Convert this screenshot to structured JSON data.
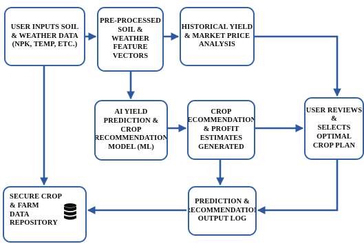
{
  "nodes": {
    "user_inputs": "USER INPUTS SOIL\n& WEATHER DATA\n(NPK, TEMP, ETC.)",
    "preprocessed": "PRE-PROCESSED\nSOIL & WEATHER\nFEATURE\nVECTORS",
    "historical": "HISTORICAL YIELD\n& MARKET PRICE\nANALYSIS",
    "ai_model": "AI YIELD\nPREDICTION & CROP\nRECOMMENDATION\nMODEL (ML)",
    "recommendations": "CROP\nRECOMMENDATIONS\n& PROFIT ESTIMATES\nGENERATED",
    "user_reviews": "USER REVIEWS &\nSELECTS OPTIMAL\nCROP PLAN",
    "output_log": "PREDICTION &\nRECOMMENDATION\nOUTPUT LOG",
    "repository": "SECURE CROP\n& FARM\nDATA\nREPOSITORY"
  },
  "icons": {
    "repository": "database-icon"
  },
  "colors": {
    "border": "#2f62a8",
    "arrow": "#2d59a0",
    "text": "#0d0d0d"
  }
}
